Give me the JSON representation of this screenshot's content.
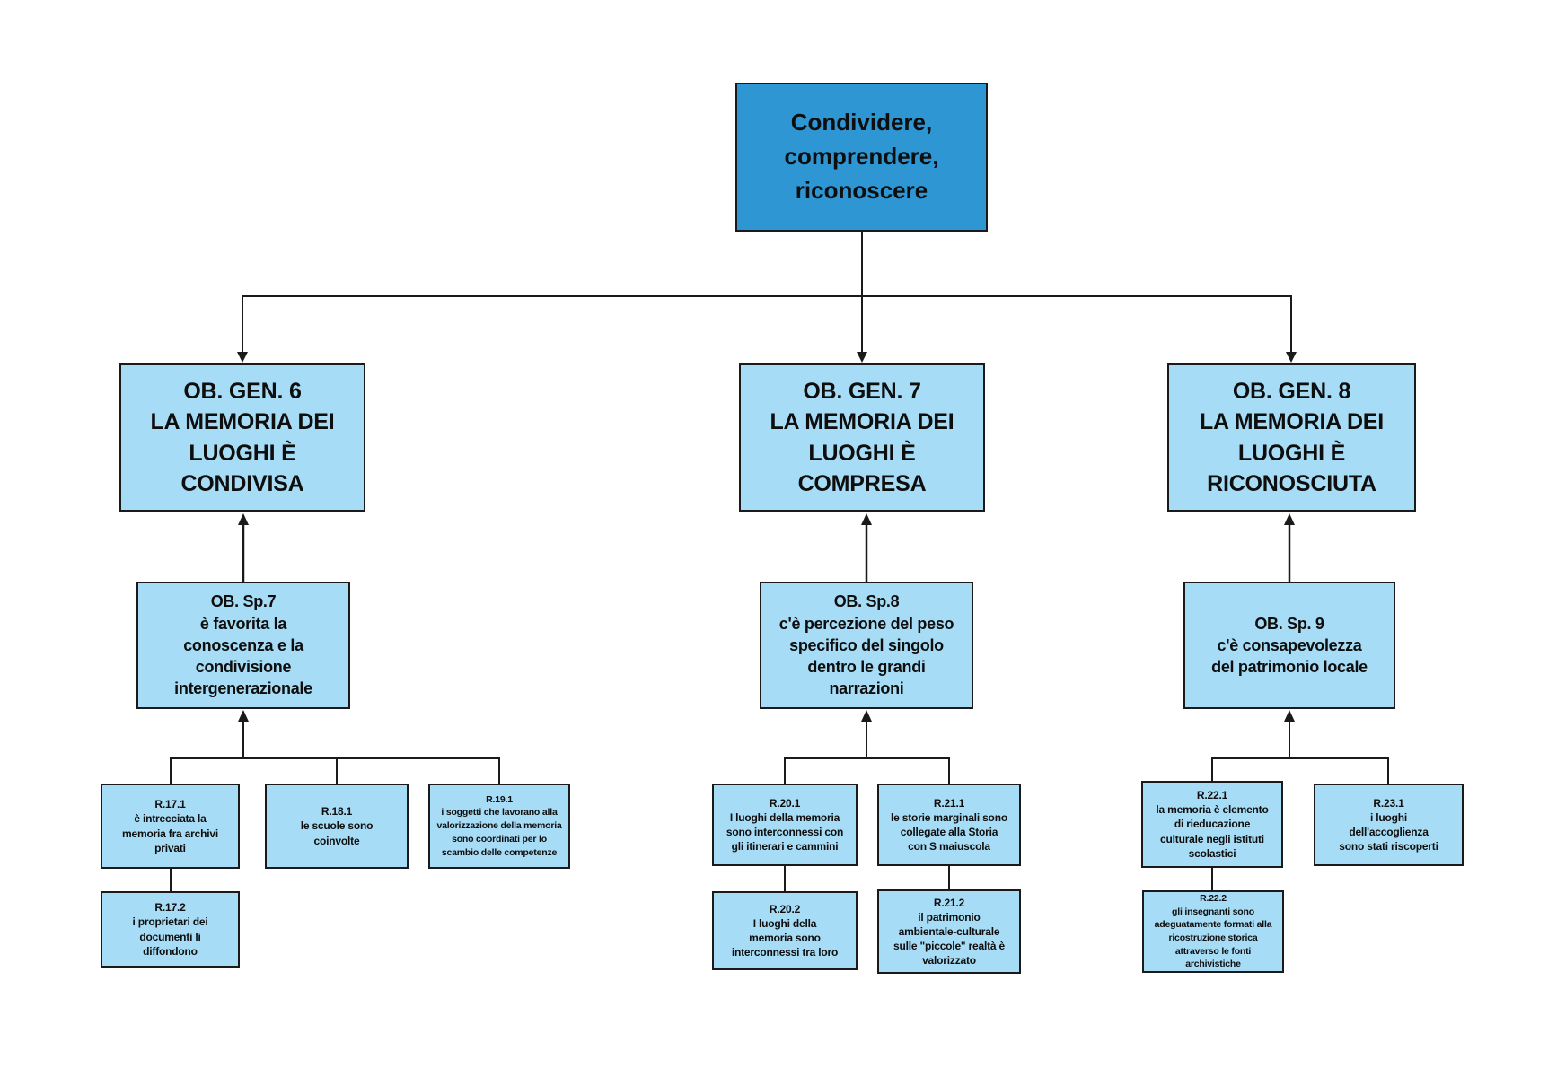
{
  "diagram": {
    "root": {
      "title": "Condividere,\ncomprendere,\nriconoscere"
    },
    "columns": [
      {
        "general": {
          "title": "OB. GEN. 6",
          "body": "LA MEMORIA DEI\nLUOGHI È\nCONDIVISA"
        },
        "specific": {
          "title": "OB. Sp.7",
          "body": "è favorita la\nconoscenza e la\ncondivisione\nintergenerazionale"
        },
        "results": [
          {
            "code": "R.17.1",
            "body": "è intrecciata la\nmemoria fra archivi\nprivati"
          },
          {
            "code": "R.18.1",
            "body": "le scuole sono\ncoinvolte"
          },
          {
            "code": "R.19.1",
            "body": "i soggetti che lavorano alla\nvalorizzazione della memoria\nsono coordinati per lo\nscambio delle competenze"
          },
          {
            "code": "R.17.2",
            "body": "i proprietari dei\ndocumenti li\ndiffondono"
          }
        ]
      },
      {
        "general": {
          "title": "OB. GEN. 7",
          "body": "LA MEMORIA DEI\nLUOGHI È\nCOMPRESA"
        },
        "specific": {
          "title": "OB. Sp.8",
          "body": "c'è percezione del peso\nspecifico del singolo\ndentro le grandi\nnarrazioni"
        },
        "results": [
          {
            "code": "R.20.1",
            "body": "I luoghi della memoria\nsono interconnessi con\ngli itinerari e cammini"
          },
          {
            "code": "R.21.1",
            "body": "le storie marginali sono\ncollegate alla Storia\ncon S maiuscola"
          },
          {
            "code": "R.20.2",
            "body": "I luoghi della\nmemoria sono\ninterconnessi tra loro"
          },
          {
            "code": "R.21.2",
            "body": "il patrimonio\nambientale-culturale\nsulle \"piccole\" realtà è\nvalorizzato"
          }
        ]
      },
      {
        "general": {
          "title": "OB. GEN. 8",
          "body": "LA MEMORIA DEI\nLUOGHI È\nRICONOSCIUTA"
        },
        "specific": {
          "title": "OB. Sp. 9",
          "body": "c'è consapevolezza\ndel patrimonio locale"
        },
        "results": [
          {
            "code": "R.22.1",
            "body": "la memoria è elemento\ndi rieducazione\nculturale negli istituti\nscolastici"
          },
          {
            "code": "R.23.1",
            "body": "i luoghi\ndell'accoglienza\nsono stati riscoperti"
          },
          {
            "code": "R.22.2",
            "body": "gli insegnanti sono\nadeguatamente formati alla\nricostruzione storica\nattraverso le fonti\narchivistiche"
          }
        ]
      }
    ],
    "colors": {
      "root_fill": "#2D96D3",
      "node_fill": "#A6DCF6",
      "border": "#1A1A1A",
      "text": "#0E0E0E",
      "connector": "#1A1A1A",
      "background": "#FFFFFF"
    }
  }
}
